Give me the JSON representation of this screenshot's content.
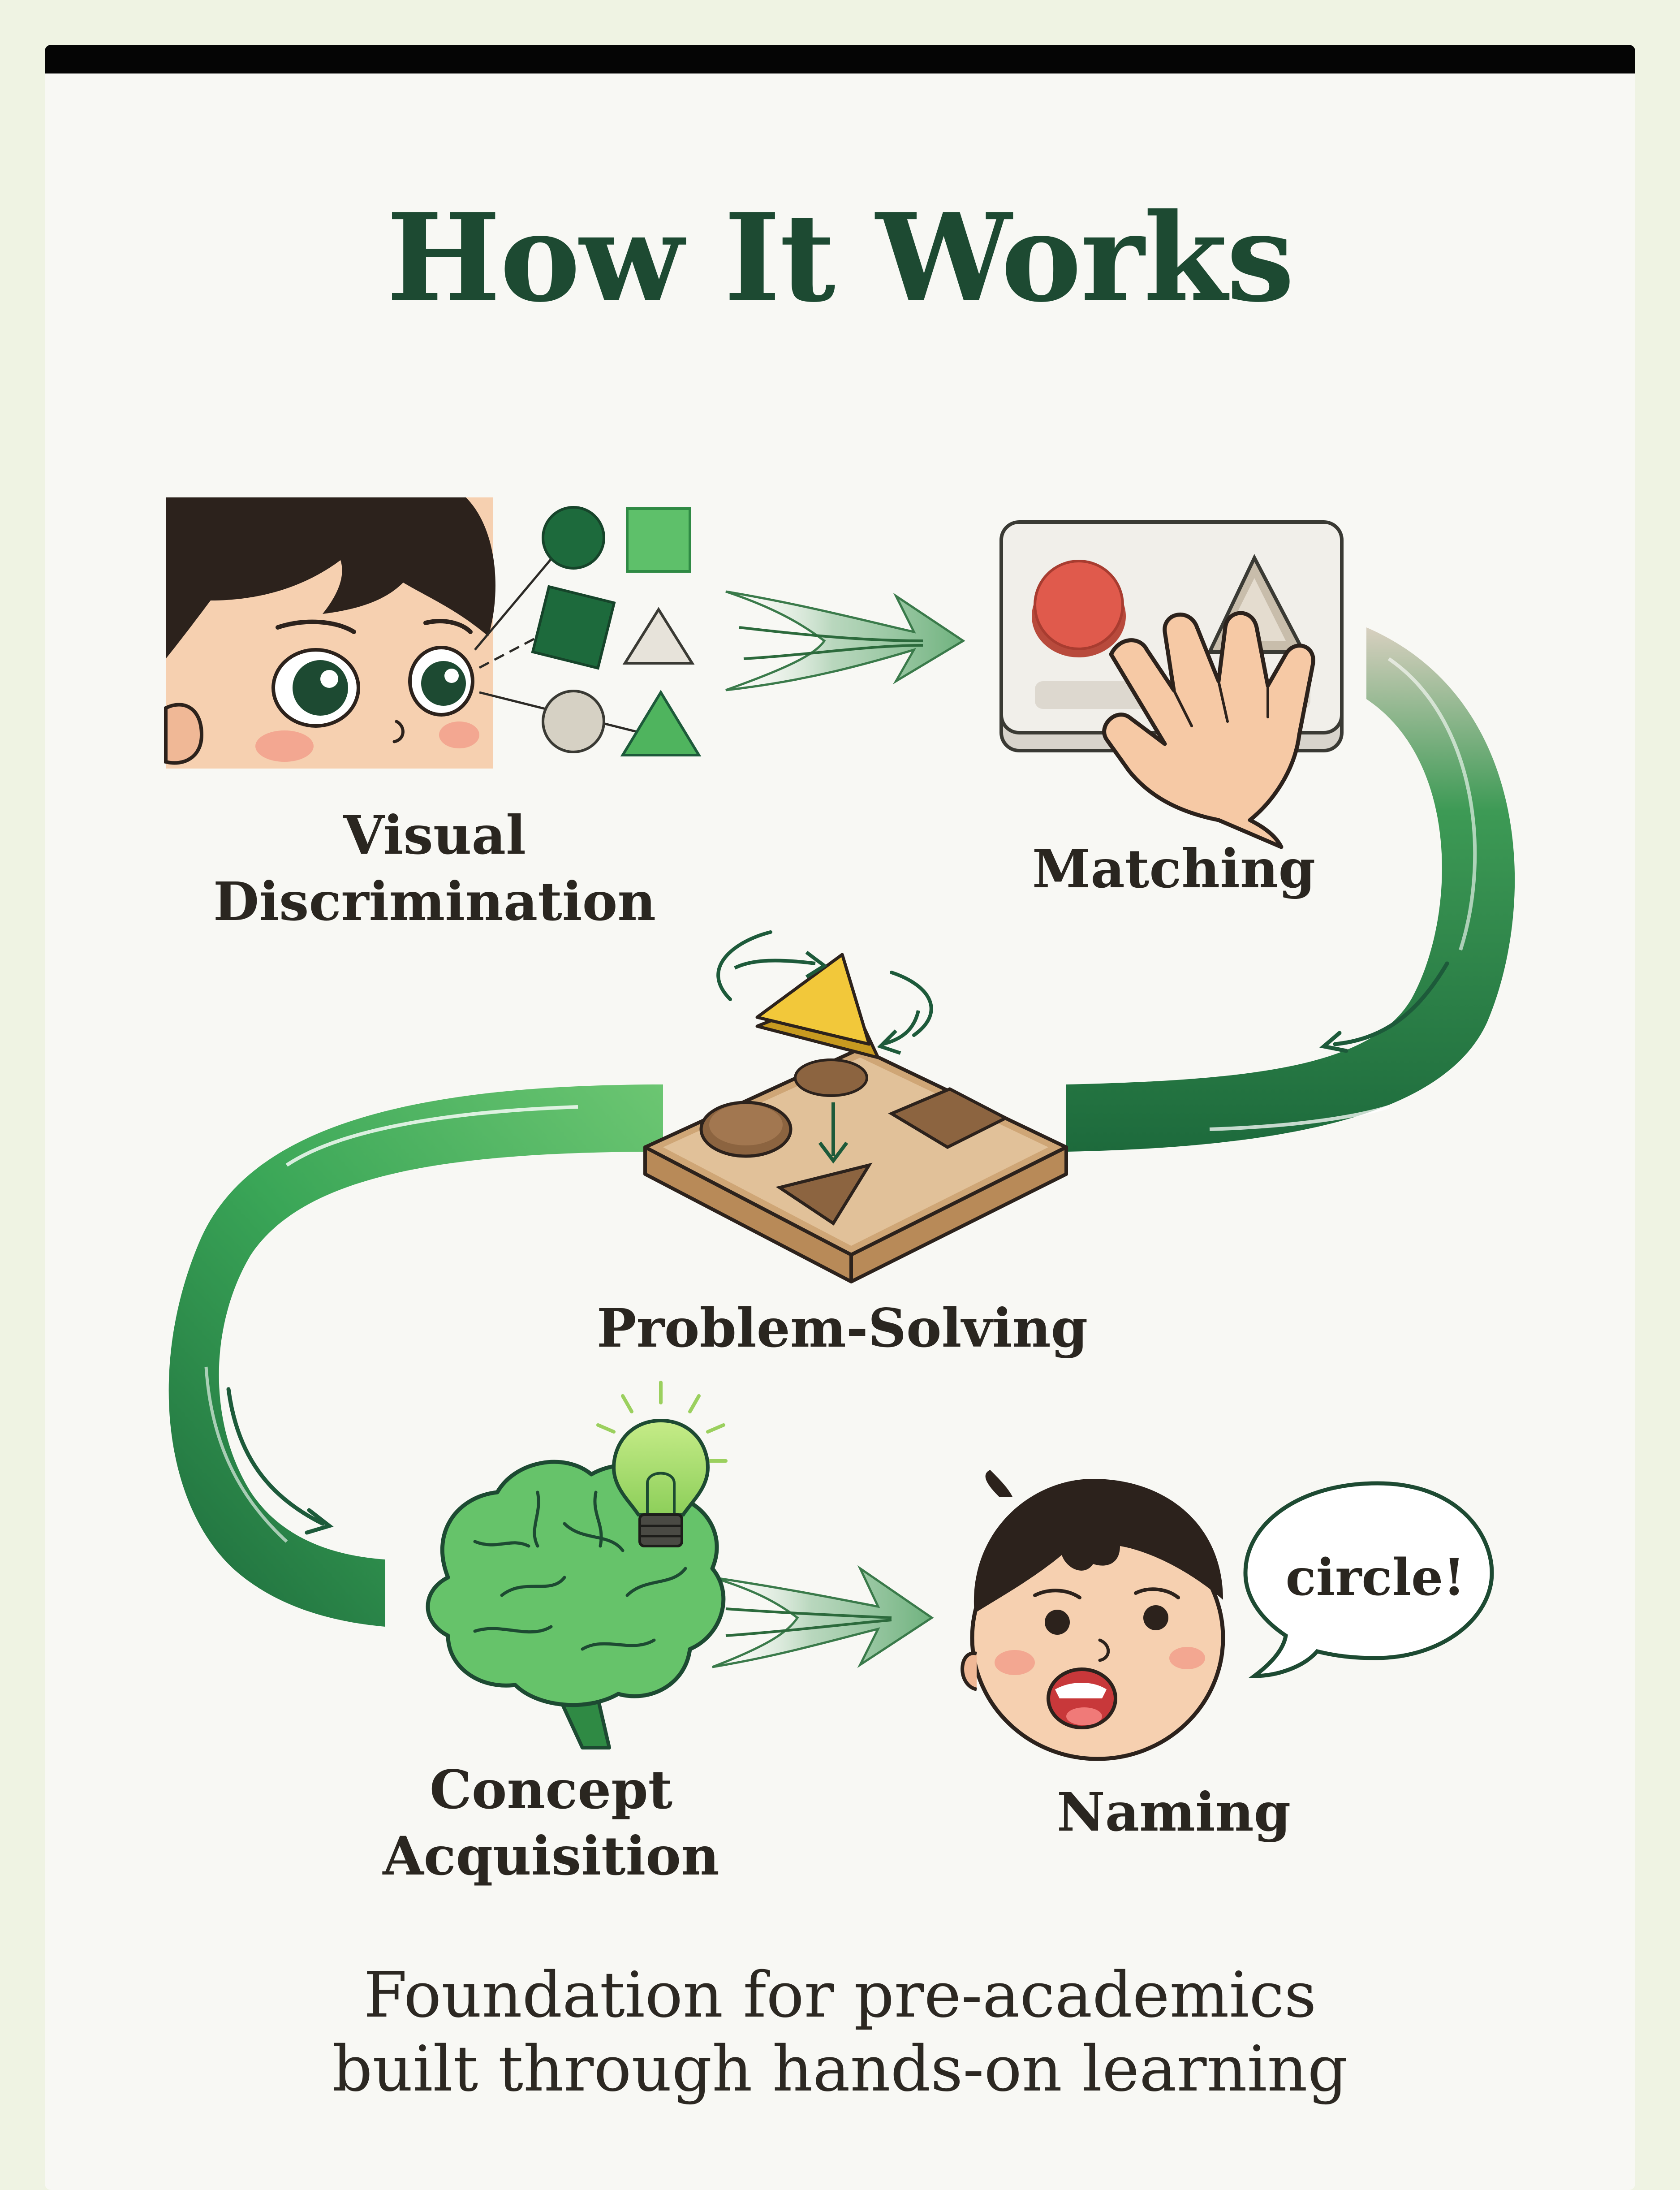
{
  "title": "How It Works",
  "steps": [
    {
      "id": "visual-discrimination",
      "label_lines": [
        "Visual",
        "Discrimination"
      ]
    },
    {
      "id": "matching",
      "label_lines": [
        "Matching"
      ]
    },
    {
      "id": "problem-solving",
      "label_lines": [
        "Problem-Solving"
      ]
    },
    {
      "id": "concept-acquisition",
      "label_lines": [
        "Concept",
        "Acquisition"
      ]
    },
    {
      "id": "naming",
      "label_lines": [
        "Naming"
      ]
    }
  ],
  "speech_bubble": "circle!",
  "footer_lines": [
    "Foundation for pre-academics",
    "built through hands-on learning"
  ],
  "colors": {
    "dark_green": "#1d5a3a",
    "green": "#3aa657",
    "light_green": "#6cc672",
    "beige": "#d9cfbf",
    "red": "#e05a4c",
    "yellow": "#f2c83a",
    "wood": "#dcb88a",
    "skin": "#f6d0b0",
    "hair": "#2c221c"
  },
  "icons": [
    "child-eyes-icon",
    "shapes-icon",
    "matching-board-icon",
    "hand-icon",
    "shape-sorter-icon",
    "brain-icon",
    "lightbulb-icon",
    "child-face-icon",
    "speech-bubble-icon",
    "arrow-icon"
  ]
}
